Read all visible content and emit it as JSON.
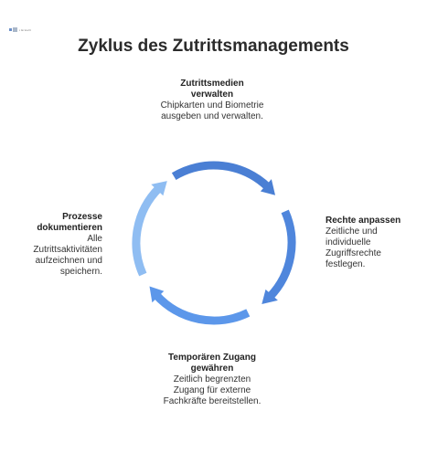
{
  "logo": {
    "text": "▪ Erstellt"
  },
  "title": "Zyklus des Zutrittsmanagements",
  "colors": {
    "top": "#4a7fd4",
    "right": "#4f86dc",
    "bottom": "#5c97ea",
    "left": "#8fbdf2"
  },
  "nodes": {
    "top": {
      "title": "Zutrittsmedien verwalten",
      "desc": "Chipkarten und Biometrie ausgeben und verwalten."
    },
    "right": {
      "title": "Rechte anpassen",
      "desc": "Zeitliche und individuelle Zugriffsrechte festlegen."
    },
    "bottom": {
      "title": "Temporären Zugang gewähren",
      "desc": "Zeitlich begrenzten Zugang für externe Fachkräfte bereitstellen."
    },
    "left": {
      "title": "Prozesse dokumentieren",
      "desc": "Alle Zutrittsaktivitäten aufzeichnen und speichern."
    }
  }
}
